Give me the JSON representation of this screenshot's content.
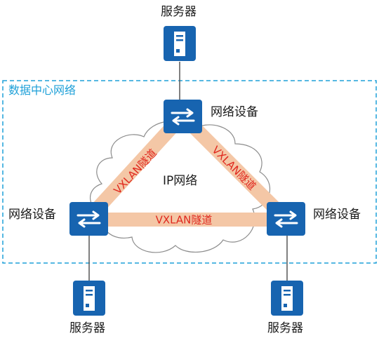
{
  "region": {
    "label": "数据中心网络"
  },
  "network": {
    "label": "IP网络"
  },
  "servers": [
    {
      "label": "服务器"
    },
    {
      "label": "服务器"
    },
    {
      "label": "服务器"
    }
  ],
  "devices": [
    {
      "label": "网络设备"
    },
    {
      "label": "网络设备"
    },
    {
      "label": "网络设备"
    }
  ],
  "tunnels": [
    {
      "label": "VXLAN隧道"
    },
    {
      "label": "VXLAN隧道"
    },
    {
      "label": "VXLAN隧道"
    }
  ],
  "colors": {
    "device": "#1764b0",
    "tunnel": "#f4c7a6",
    "tunnel_text": "#e0281e",
    "region_border": "#1ea0d8",
    "cloud_stroke": "#8c8c8c"
  }
}
